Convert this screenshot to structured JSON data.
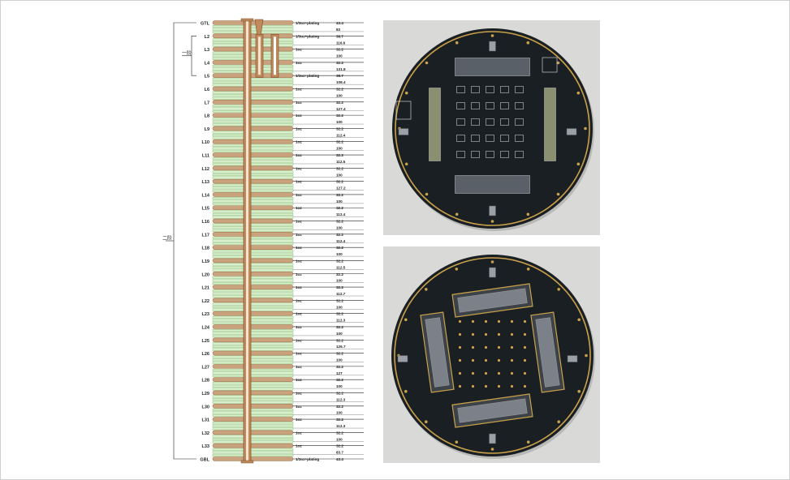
{
  "stackup": {
    "colors": {
      "copper": "#c9a27e",
      "copper_edge": "#a67c52",
      "dielectric": "#d8f0cc",
      "dielectric_edge": "#8fbf7a",
      "via": "#c08a5c",
      "via_edge": "#7a4f2c",
      "line": "#222222"
    },
    "layers": [
      {
        "name": "GTL",
        "copper": "1/3oz+plating",
        "thickness": "43.4",
        "gap": "83"
      },
      {
        "name": "L2",
        "copper": "1/3oz+plating",
        "thickness": "38.7",
        "gap": "116.6"
      },
      {
        "name": "L3",
        "copper": "1oz",
        "thickness": "32.2",
        "gap": "100"
      },
      {
        "name": "L4",
        "copper": "1oz",
        "thickness": "32.2",
        "gap": "131.8"
      },
      {
        "name": "L5",
        "copper": "1/3oz+plating",
        "thickness": "38.7",
        "gap": "108.4"
      },
      {
        "name": "L6",
        "copper": "1oz",
        "thickness": "32.2",
        "gap": "100"
      },
      {
        "name": "L7",
        "copper": "1oz",
        "thickness": "32.2",
        "gap": "127.4"
      },
      {
        "name": "L8",
        "copper": "1oz",
        "thickness": "32.2",
        "gap": "100"
      },
      {
        "name": "L9",
        "copper": "1oz",
        "thickness": "32.2",
        "gap": "112.4"
      },
      {
        "name": "L10",
        "copper": "1oz",
        "thickness": "32.2",
        "gap": "100"
      },
      {
        "name": "L11",
        "copper": "1oz",
        "thickness": "32.2",
        "gap": "112.5"
      },
      {
        "name": "L12",
        "copper": "1oz",
        "thickness": "32.2",
        "gap": "100"
      },
      {
        "name": "L13",
        "copper": "1oz",
        "thickness": "32.2",
        "gap": "127.2"
      },
      {
        "name": "L14",
        "copper": "1oz",
        "thickness": "32.2",
        "gap": "100"
      },
      {
        "name": "L15",
        "copper": "1oz",
        "thickness": "32.2",
        "gap": "112.4"
      },
      {
        "name": "L16",
        "copper": "1oz",
        "thickness": "32.2",
        "gap": "100"
      },
      {
        "name": "L17",
        "copper": "1oz",
        "thickness": "32.2",
        "gap": "112.4"
      },
      {
        "name": "L18",
        "copper": "1oz",
        "thickness": "32.2",
        "gap": "100"
      },
      {
        "name": "L19",
        "copper": "1oz",
        "thickness": "32.2",
        "gap": "112.5"
      },
      {
        "name": "L20",
        "copper": "1oz",
        "thickness": "32.2",
        "gap": "100"
      },
      {
        "name": "L21",
        "copper": "1oz",
        "thickness": "32.2",
        "gap": "112.7"
      },
      {
        "name": "L22",
        "copper": "1oz",
        "thickness": "32.2",
        "gap": "100"
      },
      {
        "name": "L23",
        "copper": "1oz",
        "thickness": "32.2",
        "gap": "112.3"
      },
      {
        "name": "L24",
        "copper": "1oz",
        "thickness": "32.2",
        "gap": "100"
      },
      {
        "name": "L25",
        "copper": "1oz",
        "thickness": "32.2",
        "gap": "126.7"
      },
      {
        "name": "L26",
        "copper": "1oz",
        "thickness": "32.2",
        "gap": "100"
      },
      {
        "name": "L27",
        "copper": "1oz",
        "thickness": "32.2",
        "gap": "127"
      },
      {
        "name": "L28",
        "copper": "1oz",
        "thickness": "32.2",
        "gap": "100"
      },
      {
        "name": "L29",
        "copper": "1oz",
        "thickness": "32.2",
        "gap": "112.3"
      },
      {
        "name": "L30",
        "copper": "1oz",
        "thickness": "32.2",
        "gap": "100"
      },
      {
        "name": "L31",
        "copper": "1oz",
        "thickness": "32.2",
        "gap": "112.3"
      },
      {
        "name": "L32",
        "copper": "1oz",
        "thickness": "32.2",
        "gap": "100"
      },
      {
        "name": "L33",
        "copper": "1oz",
        "thickness": "32.2",
        "gap": "83.7"
      },
      {
        "name": "GBL",
        "copper": "1/3oz+plating",
        "thickness": "43.4",
        "gap": ""
      }
    ],
    "lamination_labels": {
      "inner": "一阶",
      "outer": "二阶"
    }
  },
  "photos": {
    "board_color": "#1a1f24",
    "background_color": "#d9dad8",
    "gold_color": "#c9a24a",
    "silk_color": "#e6e6e6"
  }
}
